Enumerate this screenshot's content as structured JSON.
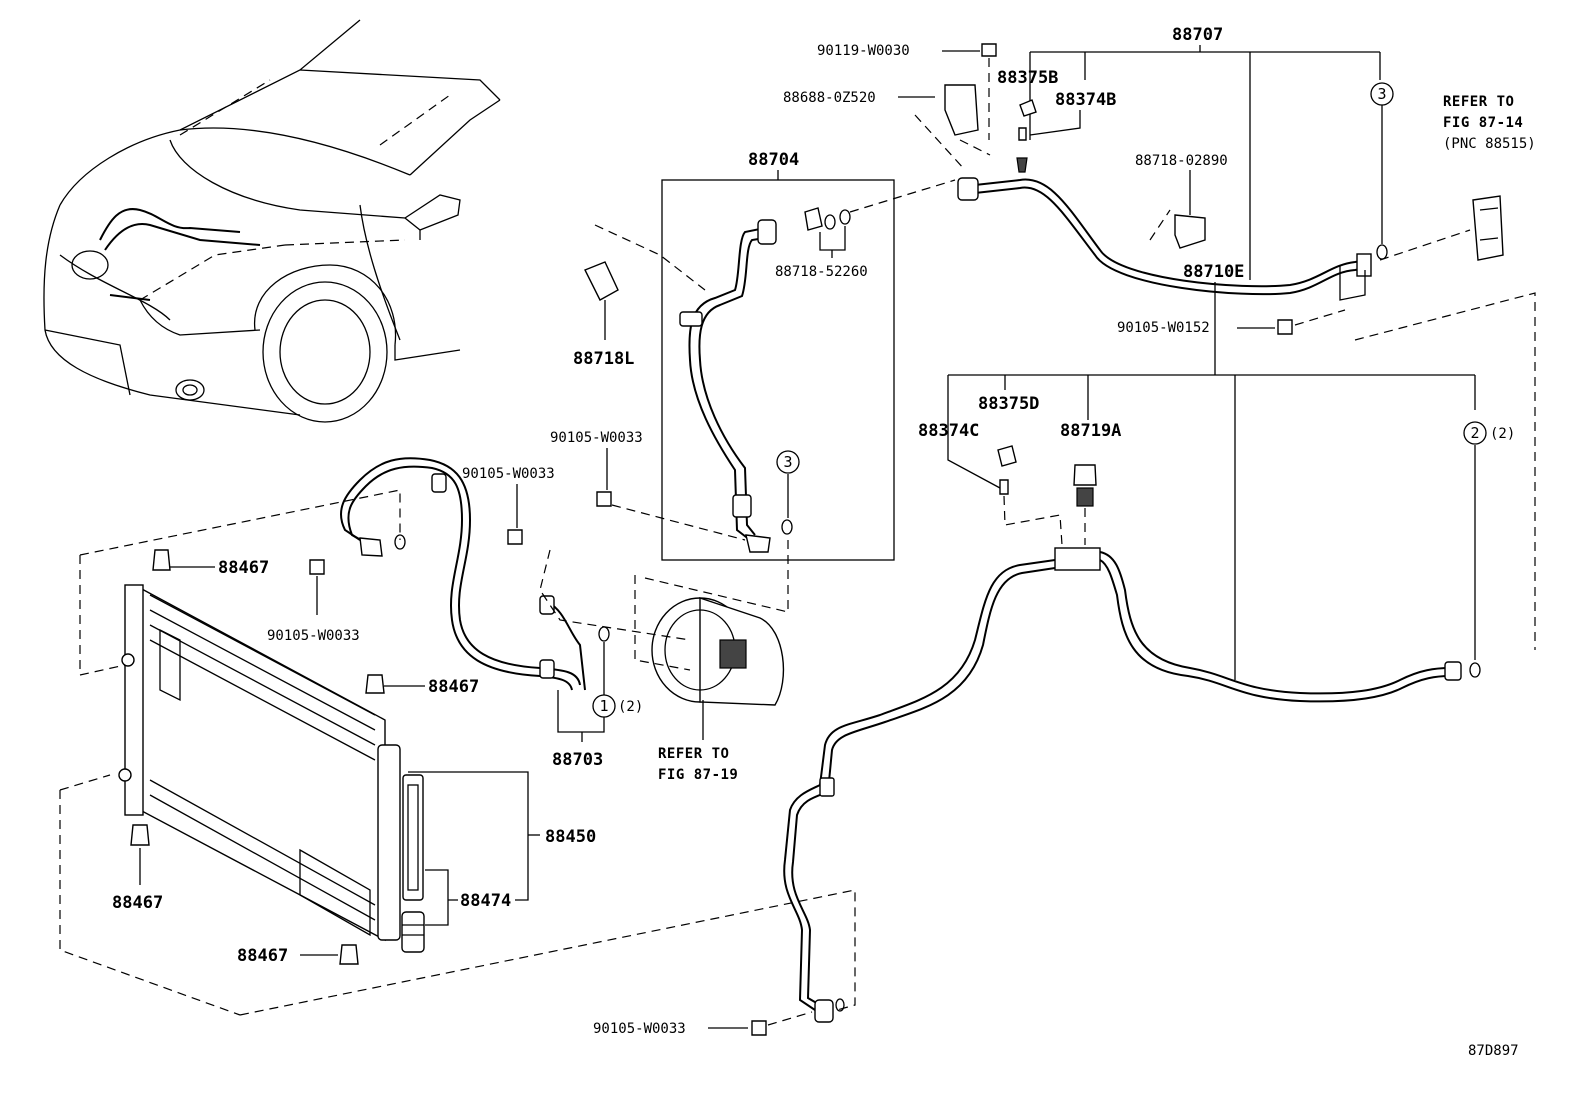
{
  "diagram": {
    "labels": {
      "p88707": "88707",
      "p90119": "90119-W0030",
      "p88375B": "88375B",
      "p88374B": "88374B",
      "p88688": "88688-0Z520",
      "p88704": "88704",
      "p88718L": "88718L",
      "p88718_52260": "88718-52260",
      "p88718_02890": "88718-02890",
      "p90105_w0152": "90105-W0152",
      "p88710E": "88710E",
      "p88375D": "88375D",
      "p88374C": "88374C",
      "p88719A": "88719A",
      "p90105_a": "90105-W0033",
      "p90105_b": "90105-W0033",
      "p90105_c": "90105-W0033",
      "p90105_d": "90105-W0033",
      "p88467_a": "88467",
      "p88467_b": "88467",
      "p88467_c": "88467",
      "p88467_d": "88467",
      "p88703": "88703",
      "p88450": "88450",
      "p88474": "88474"
    },
    "references": {
      "ref_fig87_14_line1": "REFER TO",
      "ref_fig87_14_line2": "FIG 87-14",
      "ref_fig87_14_line3": "(PNC 88515)",
      "ref_fig87_19_line1": "REFER TO",
      "ref_fig87_19_line2": "FIG 87-19"
    },
    "markers": {
      "m3_top": "3",
      "m3_hose": "3",
      "m2": "2",
      "m2_qty": "(2)",
      "m1": "1",
      "m1_qty": "(2)"
    },
    "figure_code": "87D897"
  }
}
